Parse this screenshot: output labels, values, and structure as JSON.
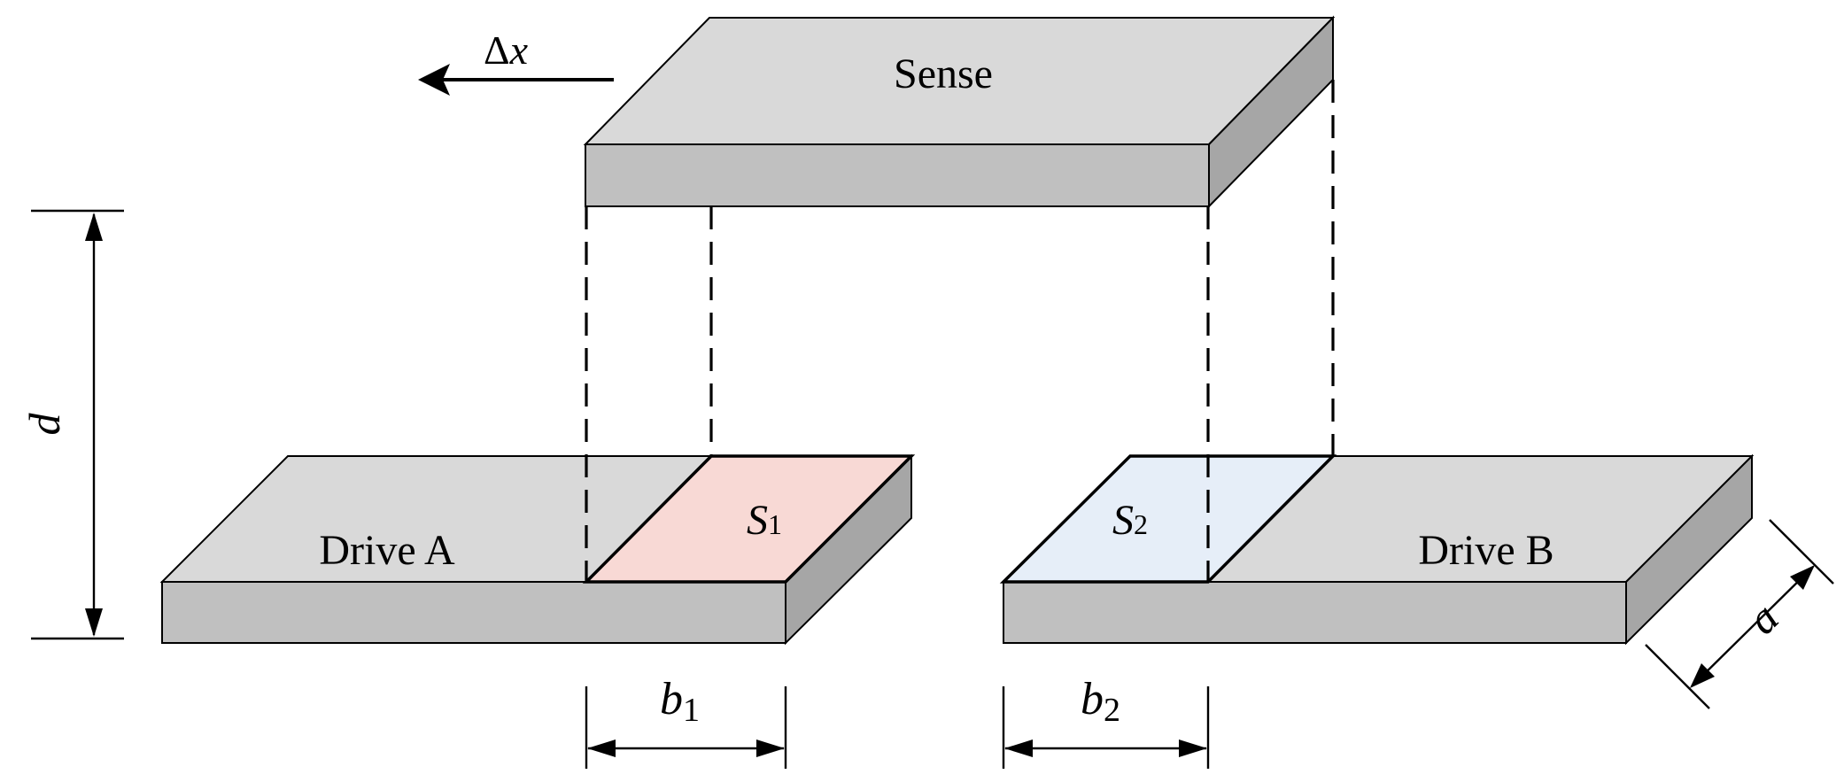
{
  "labels": {
    "sense": "Sense",
    "drive_a": "Drive A",
    "drive_b": "Drive B",
    "delta_x_symbol": "Δ",
    "delta_x_var": "x",
    "s1_var": "S",
    "s1_sub": "1",
    "s2_var": "S",
    "s2_sub": "2",
    "d": "d",
    "a": "a",
    "b1_var": "b",
    "b1_sub": "1",
    "b2_var": "b",
    "b2_sub": "2"
  },
  "colors": {
    "top_face": "#d9d9d9",
    "front_face": "#c0c0c0",
    "side_face": "#a6a6a6",
    "overlap_s1": "#f8d9d5",
    "overlap_s2": "#e6eef8"
  }
}
